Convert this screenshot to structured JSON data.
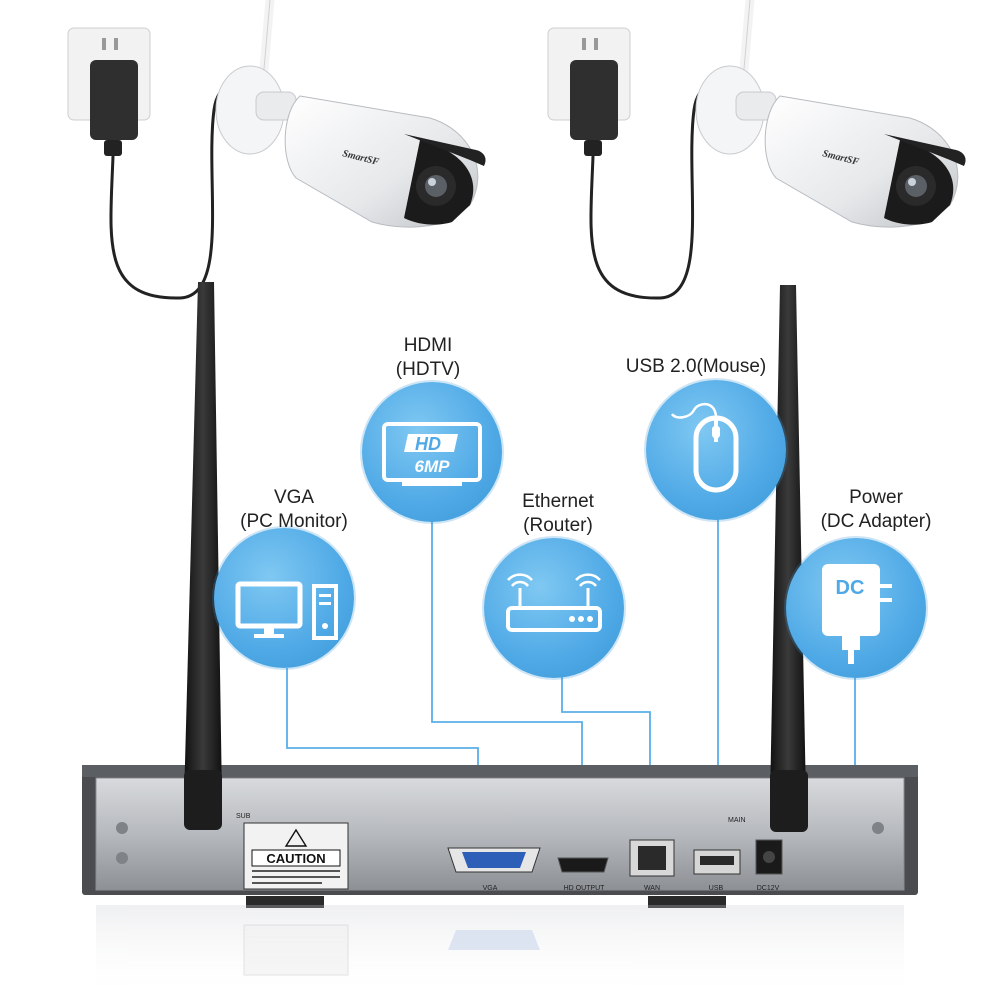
{
  "camera_brand": "SmartSF",
  "connections": [
    {
      "id": "vga",
      "line1": "VGA",
      "line2": "(PC Monitor)",
      "icon": "pc-monitor-icon"
    },
    {
      "id": "hdmi",
      "line1": "HDMI",
      "line2": "(HDTV)",
      "icon": "hdtv-icon"
    },
    {
      "id": "ethernet",
      "line1": "Ethernet",
      "line2": "(Router)",
      "icon": "router-icon"
    },
    {
      "id": "usb",
      "line1": "USB 2.0(Mouse)",
      "line2": "",
      "icon": "mouse-icon"
    },
    {
      "id": "power",
      "line1": "Power",
      "line2": "(DC Adapter)",
      "icon": "dc-adapter-icon"
    }
  ],
  "hd_icon": {
    "top": "HD",
    "bottom": "6MP"
  },
  "dc_icon_text": "DC",
  "nvr": {
    "caution": "CAUTION",
    "ports": {
      "vga": "VGA",
      "hdmi": "HD OUTPUT",
      "wan": "WAN",
      "usb": "USB",
      "power": "DC12V",
      "antenna_sub": "SUB",
      "antenna_main": "MAIN"
    }
  },
  "colors": {
    "badge_blue": "#4fa9e6",
    "connector_line": "#5aaee8",
    "nvr_body": "#b9bcc0",
    "antenna": "#1a1a1a"
  }
}
